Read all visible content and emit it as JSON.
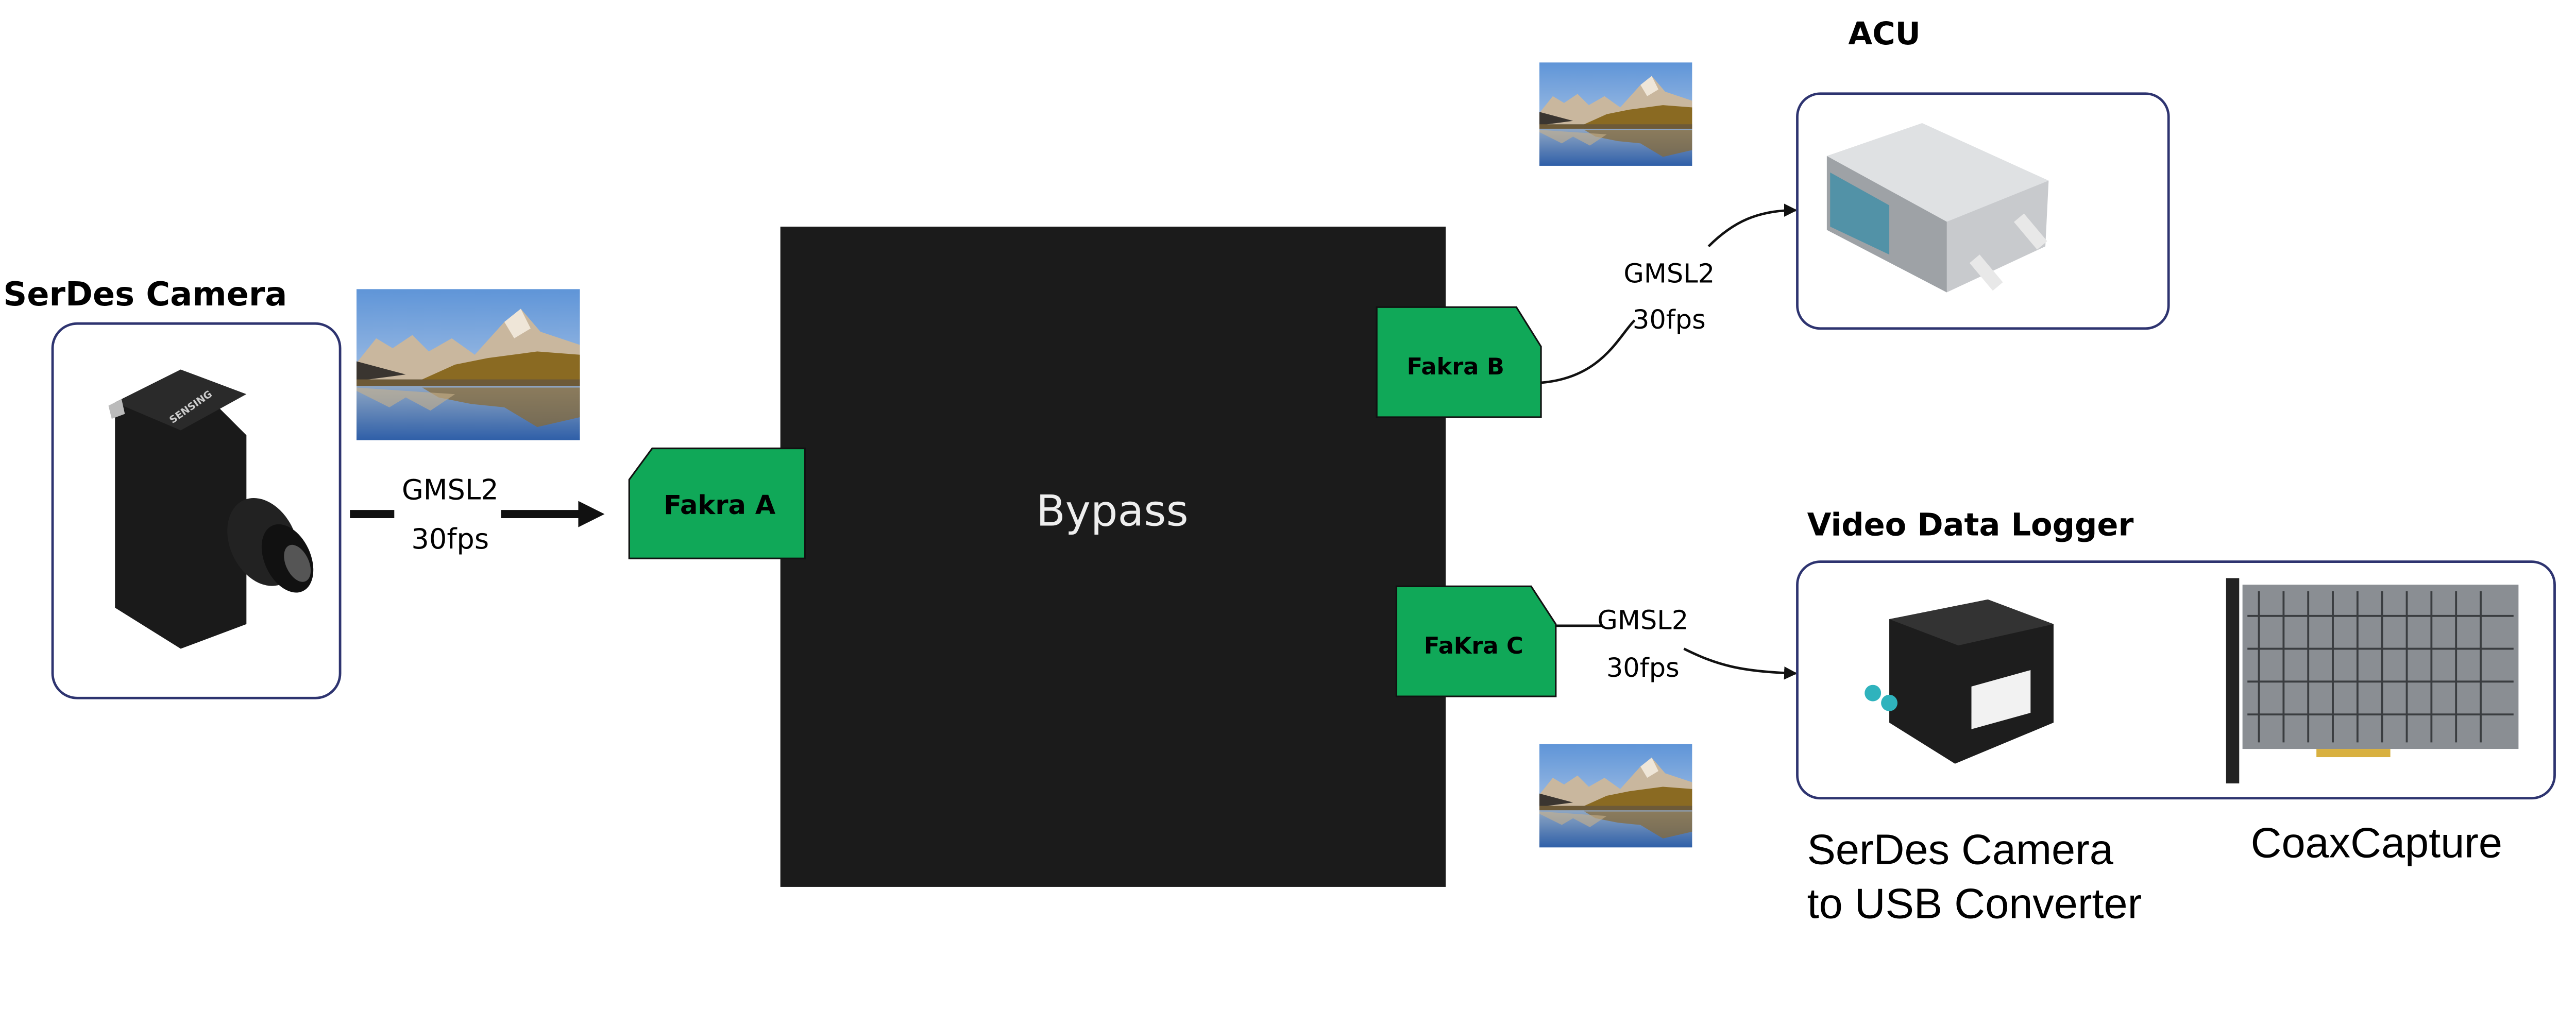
{
  "camera": {
    "title": "SerDes Camera",
    "brand_text": "SENSING"
  },
  "link_a": {
    "protocol": "GMSL2",
    "rate": "30fps"
  },
  "link_b": {
    "protocol": "GMSL2",
    "rate": "30fps"
  },
  "link_c": {
    "protocol": "GMSL2",
    "rate": "30fps"
  },
  "bypass": {
    "label": "Bypass"
  },
  "ports": {
    "a": "Fakra A",
    "b": "Fakra B",
    "c": "FaKra C"
  },
  "acu": {
    "title": "ACU"
  },
  "logger": {
    "title": "Video Data Logger",
    "converter_line1": "SerDes Camera",
    "converter_line2": "to USB Converter",
    "capture": "CoaxCapture"
  },
  "colors": {
    "port_green": "#10a858",
    "box_border": "#2e3470",
    "bypass_bg": "#1b1b1b"
  }
}
